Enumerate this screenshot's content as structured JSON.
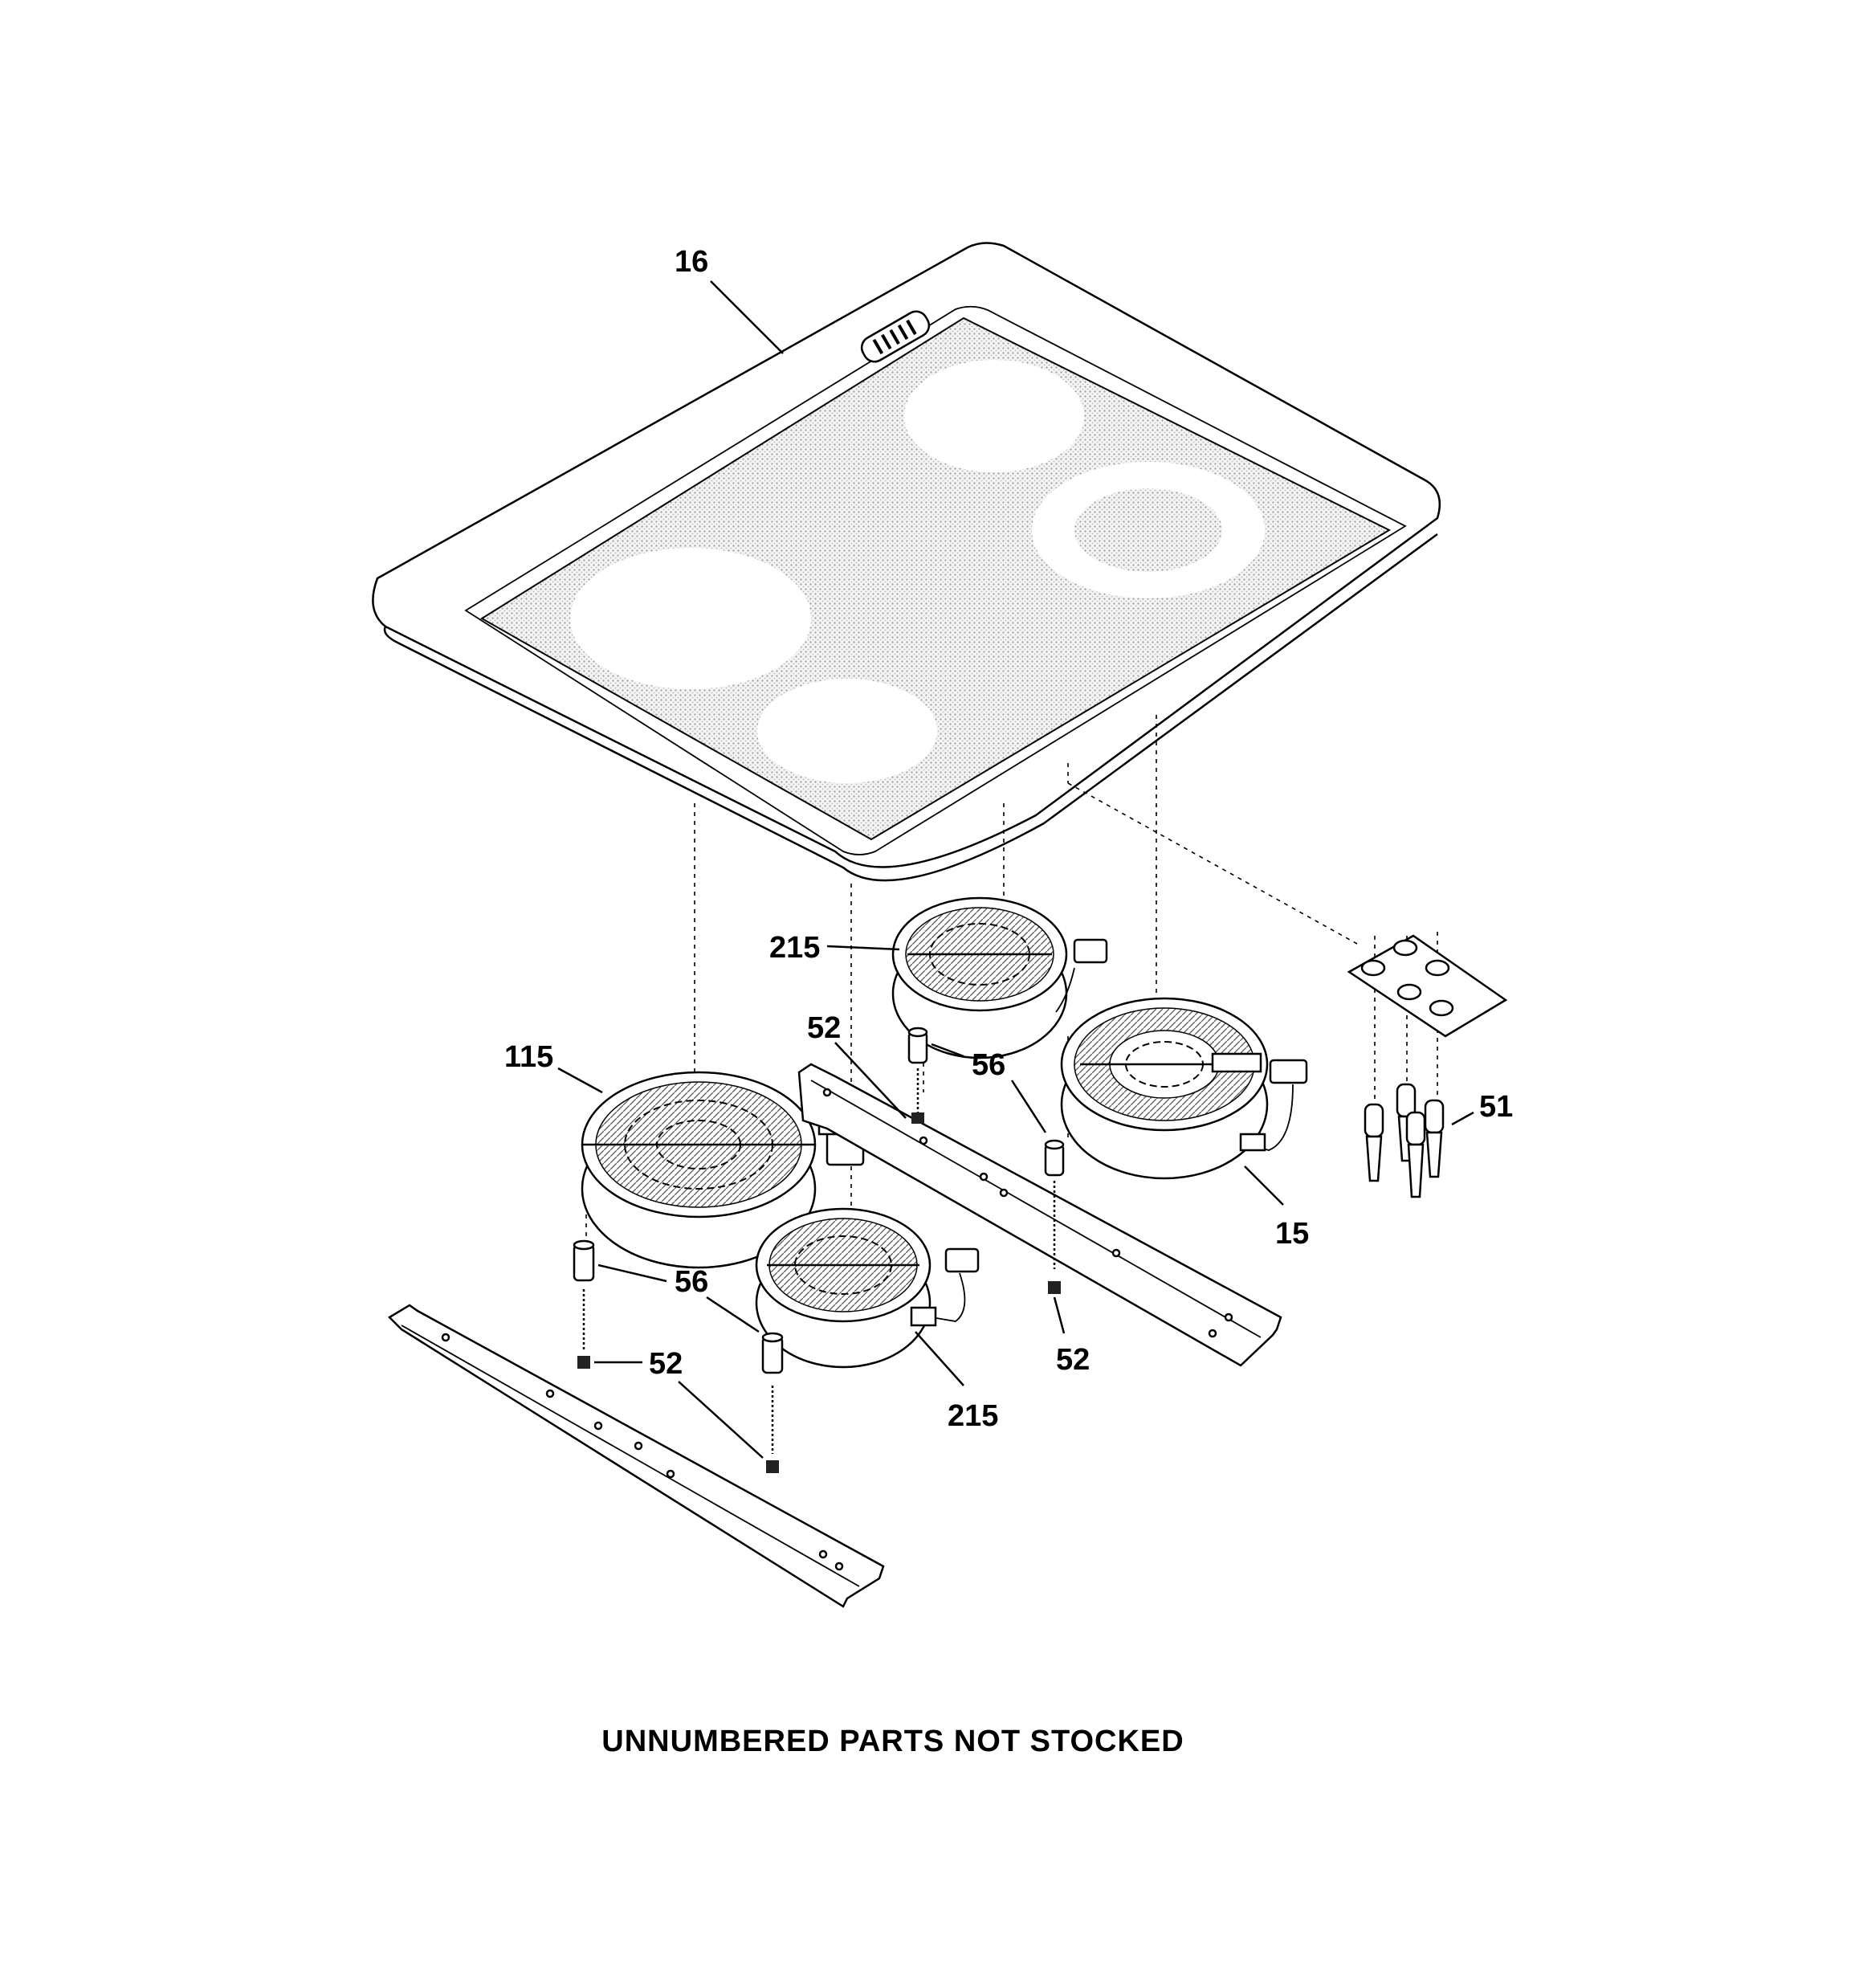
{
  "callouts": {
    "cooktop": "16",
    "element_top_small": "215",
    "element_large_left": "115",
    "element_dual": "15",
    "element_bottom_small": "215",
    "screw_top": "52",
    "screw_mid_right": "52",
    "screw_left": "52",
    "spacer_top": "56",
    "spacer_left": "56",
    "indicator_lights": "51"
  },
  "footer": {
    "note": "UNNUMBERED PARTS NOT STOCKED"
  }
}
